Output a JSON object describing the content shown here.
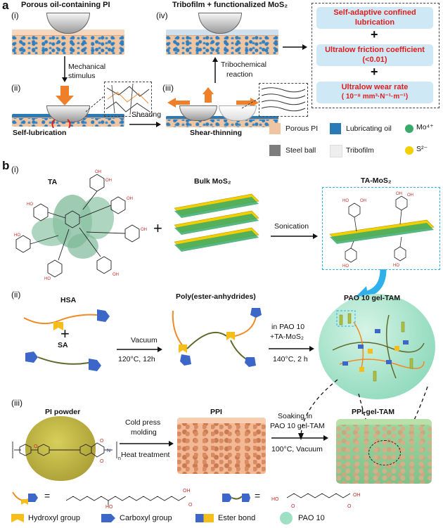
{
  "panel_a": {
    "letter": "a",
    "steps": {
      "i": "(i)",
      "ii": "(ii)",
      "iii": "(iii)",
      "iv": "(iv)"
    },
    "title_i": "Porous oil-containing PI",
    "title_iv": "Tribofilm + functionalized MoS₂",
    "mechanical": "Mechanical",
    "stimulus": "stimulus",
    "tribochemical": "Tribochemical",
    "reaction": "reaction",
    "shearing": "Shearing",
    "self_lubrication": "Self-lubrication",
    "shear_thinning": "Shear-thinning",
    "results": [
      {
        "line1": "Self-adaptive confined",
        "line2": "lubrication"
      },
      {
        "line1": "Ultralow friction coefficient",
        "line2": "(<0.01)"
      },
      {
        "line1": "Ultralow wear rate",
        "line2": "( 10⁻⁸ mm³·N⁻¹·m⁻¹)"
      }
    ],
    "plus": "+",
    "legend": {
      "porous_pi": "Porous PI",
      "lubricating_oil": "Lubricating oil",
      "mo": "Mo⁴⁺",
      "steel_ball": "Steel ball",
      "tribofilm": "Tribofilm",
      "s": "S²⁻"
    }
  },
  "panel_b": {
    "letter": "b",
    "steps": {
      "i": "(i)",
      "ii": "(ii)",
      "iii": "(iii)"
    },
    "ta": "TA",
    "bulk_mos2": "Bulk MoS₂",
    "ta_mos2": "TA-MoS₂",
    "sonication": "Sonication",
    "plus": "+",
    "hsa": "HSA",
    "sa": "SA",
    "poly": "Poly(ester-anhydrides)",
    "vacuum": "Vacuum",
    "cond1": "120°C, 12h",
    "in_pao": "in PAO 10",
    "plus_ta": "+TA-MoS₂",
    "cond2": "140°C,  2 h",
    "pao_gel": "PAO 10 gel-TAM",
    "pi_powder": "PI powder",
    "ppi": "PPI",
    "ppi_gel": "PPI-gel-TAM",
    "cold_press": "Cold press",
    "molding": "molding",
    "heat": "Heat treatment",
    "soaking": "Soaking in",
    "pao_gel_tam": "PAO 10 gel-TAM",
    "cond3": "100°C, Vacuum",
    "equals": "=",
    "oh": "OH",
    "ho": "HO",
    "o": "O",
    "legend": {
      "hydroxyl": "Hydroxyl group",
      "carboxyl": "Carboxyl group",
      "ester": "Ester bond",
      "pao": "PAO 10"
    }
  },
  "colors": {
    "porous_pi": "#f0c5a2",
    "oil": "#2a7ab8",
    "steel": "#7d7d7d",
    "tribofilm": "#eeeeee",
    "mo": "#3aaa6a",
    "s": "#f2d000",
    "arrow_orange": "#f07f2a",
    "red_text": "#e21c1c",
    "pill": "#cfe8f6",
    "pao_green": "#9fe0c5",
    "chain_orange": "#f08a25",
    "chain_green": "#5f6a2a",
    "blue_head": "#3c67c9",
    "yellow_group": "#f6be1a",
    "sonic_arrow": "#2fb0ea"
  }
}
